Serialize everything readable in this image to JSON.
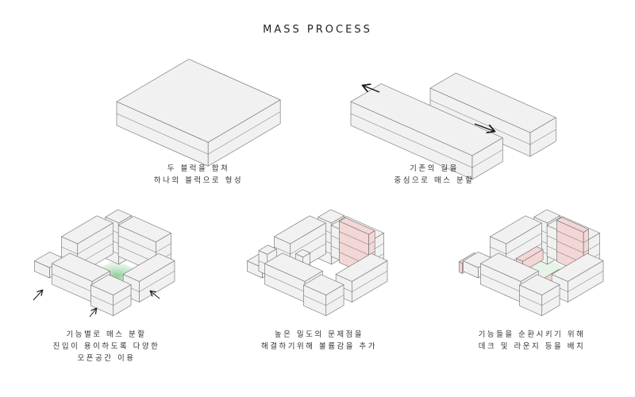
{
  "title": "MASS PROCESS",
  "colors": {
    "block": "#f1f1f1",
    "edge": "#6a6a6a",
    "added_volume": "#f3d6d6",
    "courtyard": "#cfe8d2"
  },
  "panels": [
    {
      "caption": [
        "두 블럭을 합쳐",
        "하나의 블럭으로 형성"
      ]
    },
    {
      "caption": [
        "기존의 길을",
        "중심으로 매스 분할"
      ]
    },
    {
      "caption": [
        "기능별로 매스 분할",
        "진입이 용이하도록 다양한",
        "오픈공간 이용"
      ]
    },
    {
      "caption": [
        "높은 밀도의 문제점을",
        "해결하기위해 볼륨감을 추가"
      ]
    },
    {
      "caption": [
        "기능들을 순환시키기 위해",
        "데크 및 라운지 등을 배치"
      ]
    }
  ]
}
